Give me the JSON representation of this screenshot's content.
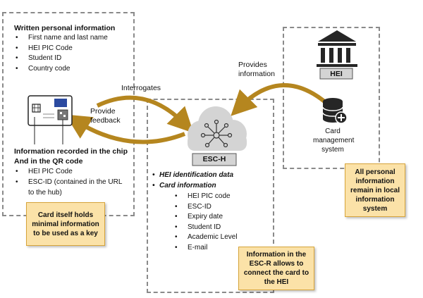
{
  "left_box": {
    "written_title": "Written personal information",
    "written_items": [
      "First name and last name",
      "HEI PIC Code",
      "Student ID",
      "Country code"
    ],
    "chip_title_line1": "Information recorded in the chip",
    "chip_title_line2": "And in the QR code",
    "chip_items": [
      "HEI PIC Code",
      "ESC-ID (contained in the URL",
      "to the hub)"
    ],
    "note": "Card itself holds minimal information to be used as a key"
  },
  "center_box": {
    "hub_label": "ESC-H",
    "items": [
      "HEI identification data",
      "Card information"
    ],
    "subitems": [
      "HEI PIC code",
      "ESC-ID",
      "Expiry date",
      "Student ID",
      "Academic Level",
      "E-mail"
    ],
    "note": "Information in the ESC-R allows to connect the card to the HEI"
  },
  "right_box": {
    "hei_label": "HEI",
    "db_label": "Card management system",
    "note": "All personal information remain in local information system"
  },
  "arrows": {
    "interrogates": "Interrogates",
    "provide_feedback": "Provide feedback",
    "provides_information": "Provides information"
  },
  "colors": {
    "arrow": "#b5861f",
    "note_bg": "#fbe2a8",
    "icon_dark": "#262626",
    "cloud": "#d4d4d4"
  }
}
